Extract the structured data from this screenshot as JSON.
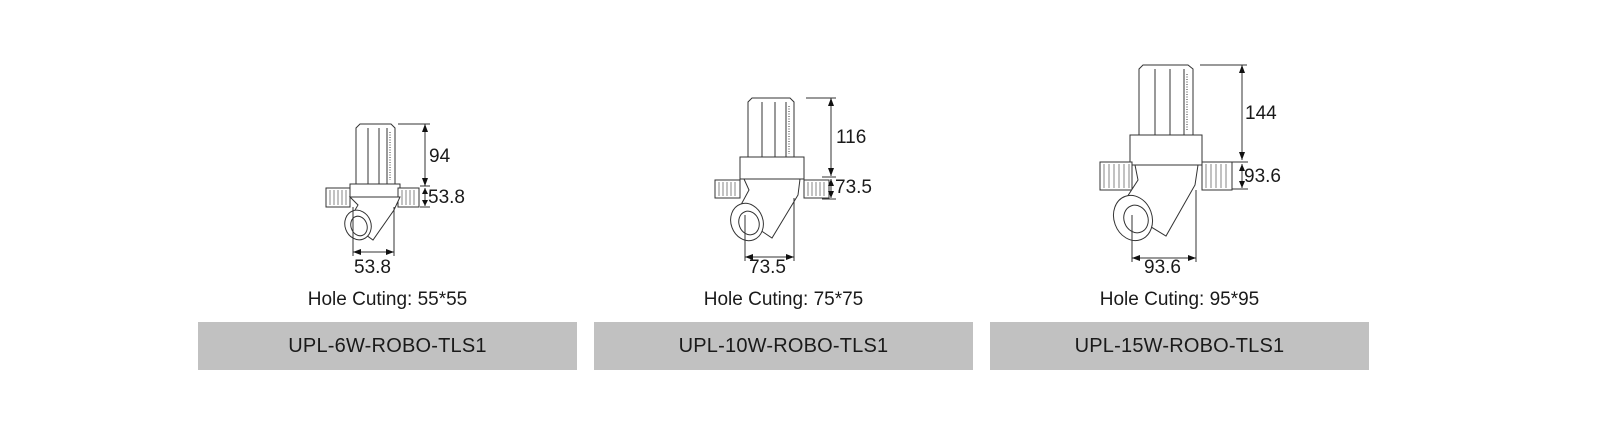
{
  "colors": {
    "background": "#ffffff",
    "model_bar": "#c1c1c1",
    "text": "#1a1a1a",
    "line": "#333333"
  },
  "products": [
    {
      "model": "UPL-6W-ROBO-TLS1",
      "hole_cutting": "Hole Cuting: 55*55",
      "dimensions": {
        "height_body": "94",
        "height_trim": "53.8",
        "width": "53.8"
      }
    },
    {
      "model": "UPL-10W-ROBO-TLS1",
      "hole_cutting": "Hole Cuting: 75*75",
      "dimensions": {
        "height_body": "116",
        "height_trim": "73.5",
        "width": "73.5"
      }
    },
    {
      "model": "UPL-15W-ROBO-TLS1",
      "hole_cutting": "Hole Cuting: 95*95",
      "dimensions": {
        "height_body": "144",
        "height_trim": "93.6",
        "width": "93.6"
      }
    }
  ]
}
